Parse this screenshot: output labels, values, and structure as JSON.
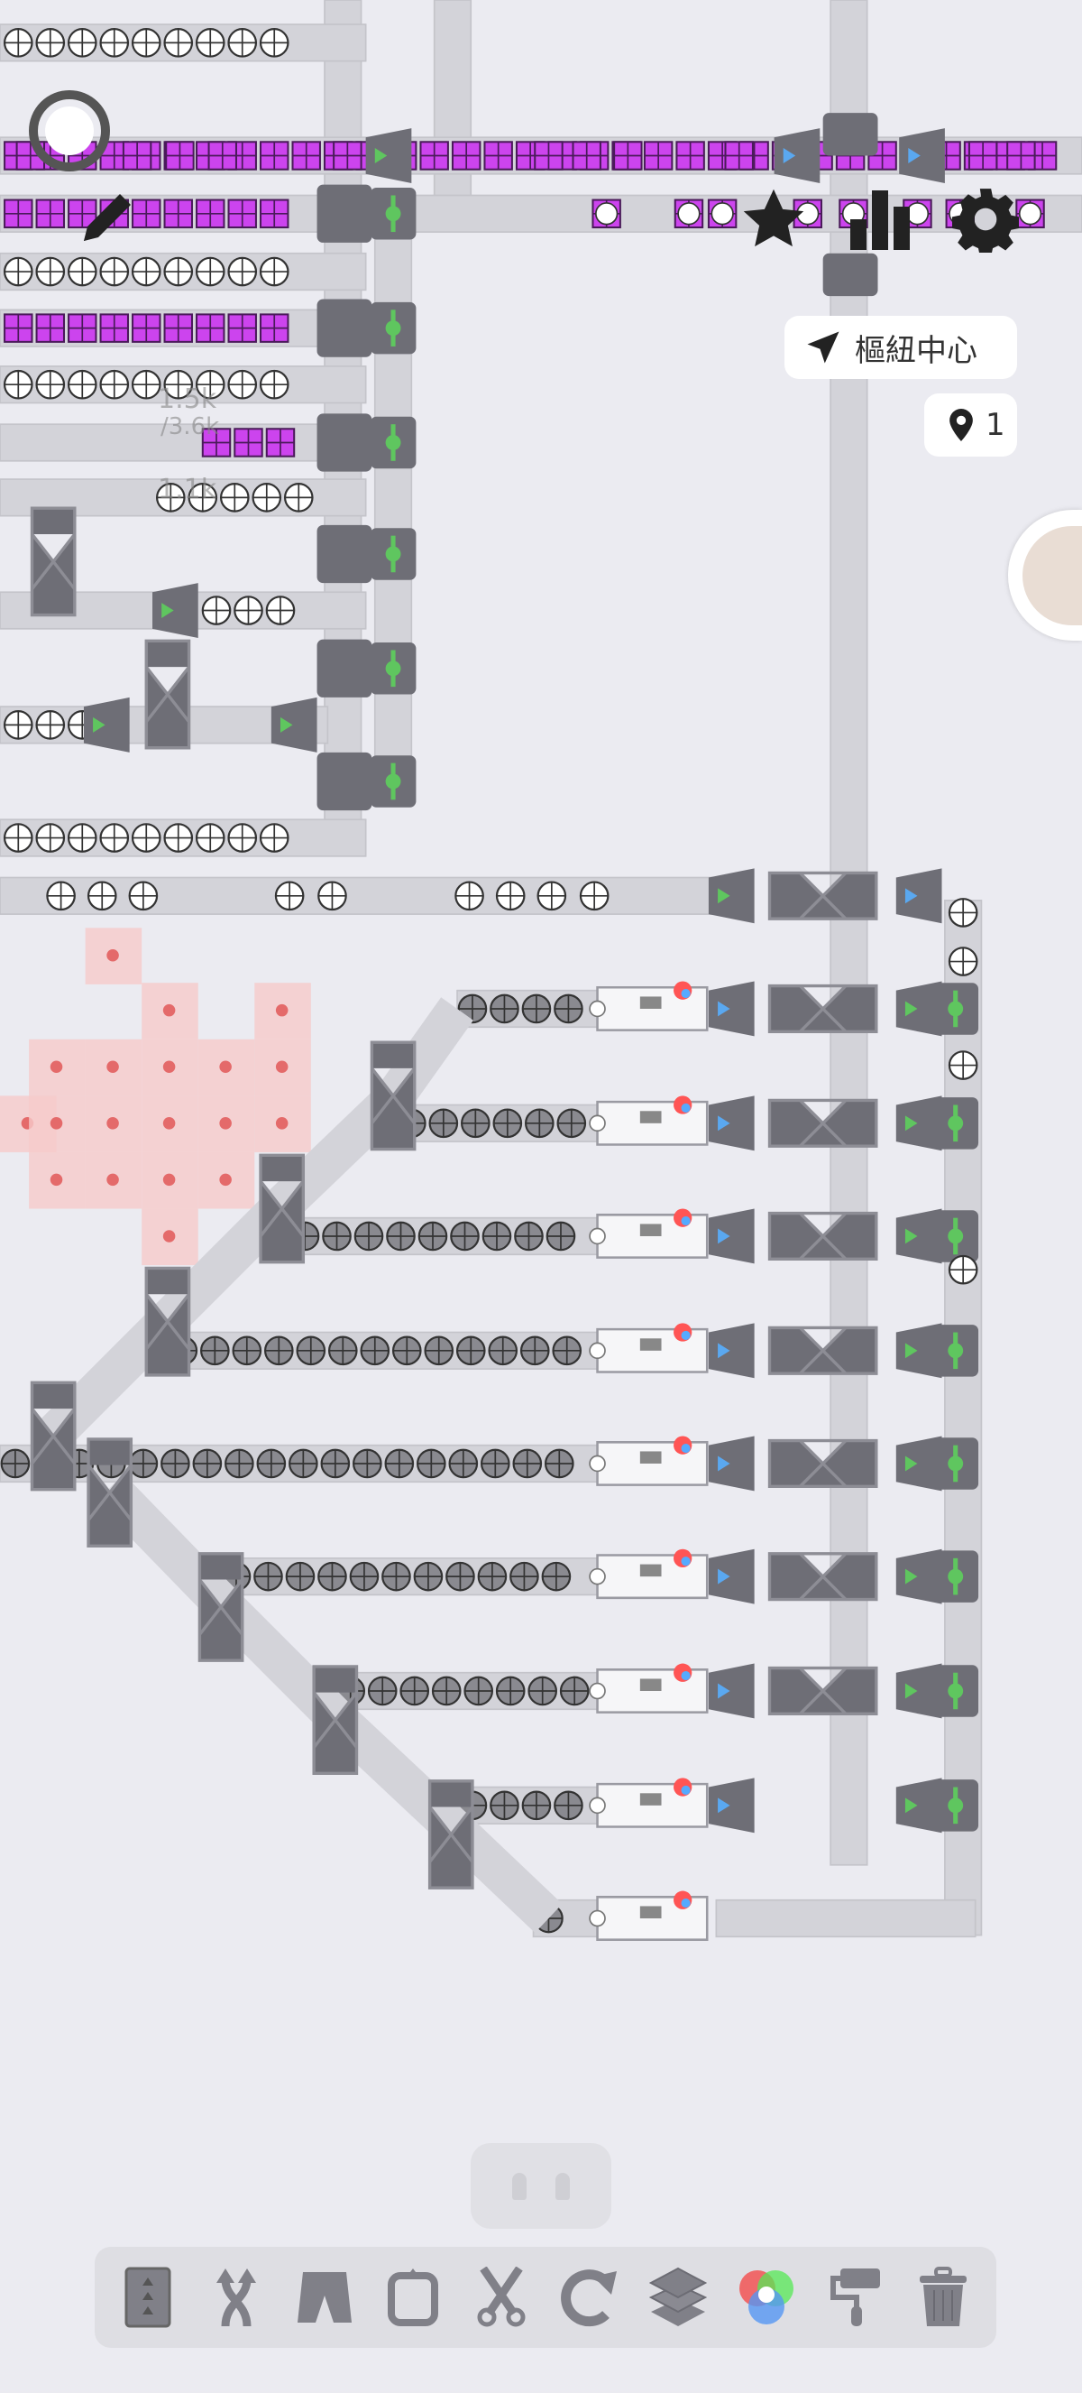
{
  "hud": {
    "record_icon": "record-circle-icon",
    "edit_icon": "pencil-icon",
    "favorites_icon": "star-icon",
    "statistics_icon": "bar-chart-icon",
    "settings_icon": "gear-icon",
    "navigate_label": "樞紐中心",
    "marker_count": "1"
  },
  "indicators": [
    {
      "shape": "purple-square-white-circle",
      "value": "1.5k",
      "target": "/3.6k"
    },
    {
      "shape": "blue-circle-white-circle",
      "value": "1.1k"
    }
  ],
  "toolbar": {
    "tools": [
      {
        "name": "belt",
        "icon": "belt-icon"
      },
      {
        "name": "balancer",
        "icon": "balancer-icon"
      },
      {
        "name": "tunnel",
        "icon": "tunnel-icon"
      },
      {
        "name": "extractor",
        "icon": "extractor-icon"
      },
      {
        "name": "cutter",
        "icon": "scissors-icon"
      },
      {
        "name": "rotator",
        "icon": "rotate-icon"
      },
      {
        "name": "stacker",
        "icon": "layers-icon"
      },
      {
        "name": "mixer",
        "icon": "color-mixer-icon"
      },
      {
        "name": "painter",
        "icon": "paint-roller-icon"
      },
      {
        "name": "trash",
        "icon": "trash-icon"
      }
    ],
    "selected": "mixer"
  },
  "colors": {
    "background": "#ebebf1",
    "belt": "#d3d3d9",
    "machine": "#6e6e76",
    "purple": "#cc44ee",
    "blue": "#5aa8f0",
    "accent_green": "#5fc65f"
  }
}
